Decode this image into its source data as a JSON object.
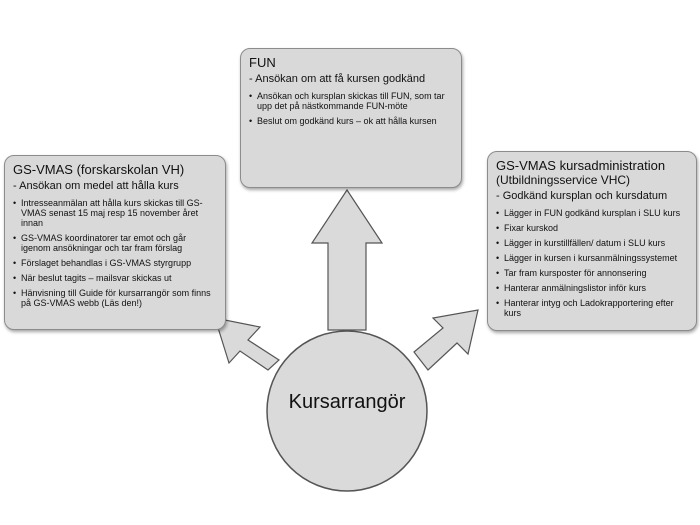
{
  "colors": {
    "box_fill": "#d9d9d9",
    "box_border": "#8c8c8c",
    "shape_fill": "#dadada",
    "shape_border": "#555555",
    "text": "#111111"
  },
  "center": {
    "label": "Kursarrangör"
  },
  "fun": {
    "title": "FUN",
    "lead": "- Ansökan om att få kursen godkänd",
    "bullets": [
      "Ansökan och kursplan skickas till FUN, som tar upp det på nästkommande FUN-möte",
      "Beslut om godkänd kurs – ok att hålla kursen"
    ]
  },
  "left": {
    "title": "GS-VMAS (forskarskolan VH)",
    "lead": "- Ansökan om medel att hålla kurs",
    "bullets": [
      "Intresseanmälan att hålla kurs skickas till GS-VMAS senast 15 maj resp 15 november året innan",
      "GS-VMAS koordinatorer tar emot och går igenom ansökningar och tar fram förslag",
      "Förslaget behandlas i GS-VMAS styrgrupp",
      "När beslut tagits – mailsvar skickas ut",
      "Hänvisning till Guide för kursarrangör som finns på GS-VMAS webb (Läs den!)"
    ]
  },
  "right": {
    "title": "GS-VMAS kursadministration",
    "subtitle": "(Utbildningsservice VHC)",
    "lead": "- Godkänd kursplan och kursdatum",
    "bullets": [
      "Lägger in FUN godkänd kursplan i SLU kurs",
      "Fixar kurskod",
      "Lägger in kurstillfällen/ datum i SLU kurs",
      "Lägger in kursen i kursanmälningssystemet",
      "Tar fram kursposter för annonsering",
      "Hanterar anmälningslistor inför kurs",
      "Hanterar intyg och Ladokrapportering efter kurs"
    ]
  },
  "icons": {
    "bullet": "•"
  }
}
